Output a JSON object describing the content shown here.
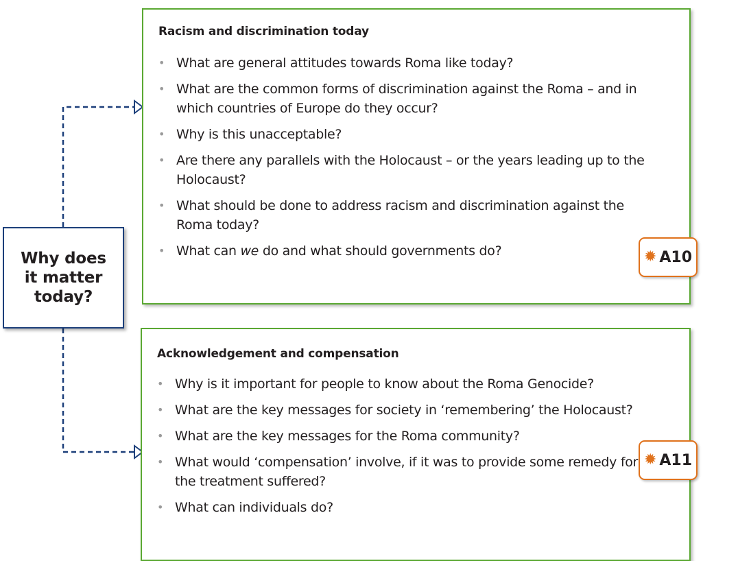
{
  "center": {
    "label": "Why does\nit matter\ntoday?"
  },
  "panels": [
    {
      "title": "Racism and discrimination today",
      "items": [
        {
          "parts": [
            {
              "t": "What are general attitudes towards Roma like today?"
            }
          ]
        },
        {
          "parts": [
            {
              "t": "What are the common forms of discrimination against the Roma – and in which countries of Europe do they occur?"
            }
          ]
        },
        {
          "parts": [
            {
              "t": "Why is this unacceptable?"
            }
          ]
        },
        {
          "parts": [
            {
              "t": "Are there any parallels with the Holocaust – or the years leading up to the Holocaust?"
            }
          ]
        },
        {
          "parts": [
            {
              "t": "What should be done to address racism and discrimination against the Roma today?"
            }
          ]
        },
        {
          "parts": [
            {
              "t": "What can "
            },
            {
              "t": "we",
              "i": true
            },
            {
              "t": " do and what should governments do?"
            }
          ]
        }
      ],
      "badge": {
        "label": "A10",
        "icon": "gear-icon"
      }
    },
    {
      "title": "Acknowledgement and compensation",
      "items": [
        {
          "parts": [
            {
              "t": "Why is it important for people to know about the Roma Genocide?"
            }
          ]
        },
        {
          "parts": [
            {
              "t": "What are the key messages for society in ‘remembering’ the Holocaust?"
            }
          ]
        },
        {
          "parts": [
            {
              "t": "What are the key messages for the Roma community?"
            }
          ]
        },
        {
          "parts": [
            {
              "t": "What would ‘compensation’ involve, if it was to provide some remedy for the treatment suffered?"
            }
          ]
        },
        {
          "parts": [
            {
              "t": "What can individuals do?"
            }
          ]
        }
      ],
      "badge": {
        "label": "A11",
        "icon": "gear-icon"
      }
    }
  ],
  "colors": {
    "panel_border": "#5aa832",
    "center_border": "#1c3f7a",
    "connector": "#1c3f7a",
    "badge_border": "#e0721c",
    "bullet": "#9a9a9a"
  }
}
